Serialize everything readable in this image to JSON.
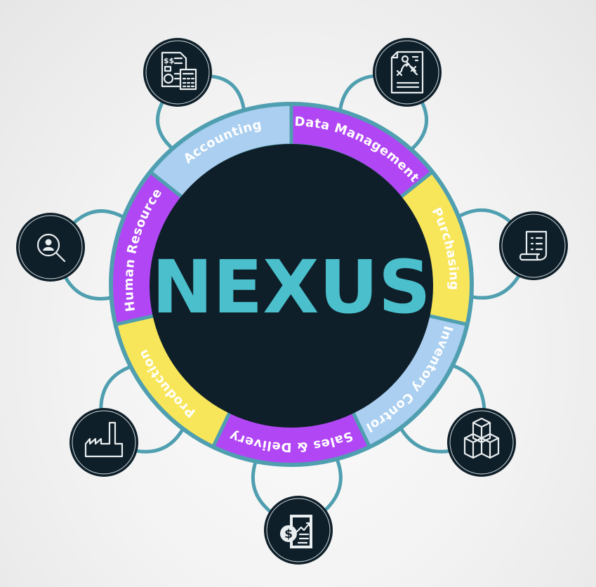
{
  "center_title": "NEXUS",
  "colors": {
    "ring": "#4f9fb0",
    "core": "#0f1f29",
    "title": "#4bbfcc",
    "label": "#ffffff"
  },
  "segments": [
    {
      "key": "accounting",
      "label": "Accounting",
      "color": "#aacff0",
      "icon": "accounting-calculator-icon"
    },
    {
      "key": "data-management",
      "label": "Data Management",
      "color": "#b146f4",
      "icon": "strategy-document-icon"
    },
    {
      "key": "purchasing",
      "label": "Purchasing",
      "color": "#f8e65a",
      "icon": "receipt-list-icon"
    },
    {
      "key": "inventory-control",
      "label": "Inventory Control",
      "color": "#aacff0",
      "icon": "boxes-icon"
    },
    {
      "key": "sales-delivery",
      "label": "Sales & Delivery",
      "color": "#b146f4",
      "icon": "sales-report-icon"
    },
    {
      "key": "production",
      "label": "Production",
      "color": "#f8e65a",
      "icon": "factory-icon"
    },
    {
      "key": "human-resource",
      "label": "Human Resource",
      "color": "#b146f4",
      "icon": "person-search-icon"
    }
  ]
}
